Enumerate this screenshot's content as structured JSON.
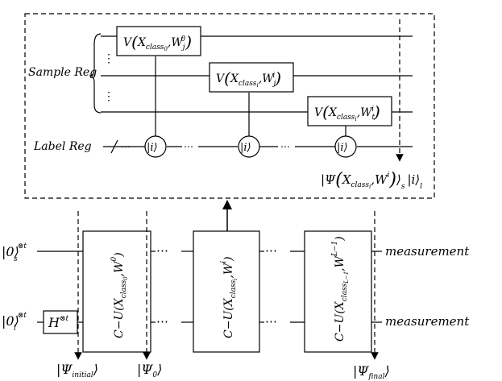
{
  "labels": {
    "sample_reg": "Sample Reg",
    "label_reg": "Label Reg",
    "measurement_1": "measurement",
    "measurement_2": "measurement",
    "dots": "⋮",
    "hdots": "⋯"
  },
  "upper_gates": [
    {
      "func": "V",
      "arg": "X",
      "arg_sub": "class",
      "arg_subsub": "0",
      "w": "W",
      "w_sub": "j",
      "w_sup": "0"
    },
    {
      "func": "V",
      "arg": "X",
      "arg_sub": "class",
      "arg_subsub": "i",
      "w": "W",
      "w_sub": "j",
      "w_sup": "i"
    },
    {
      "func": "V",
      "arg": "X",
      "arg_sub": "class",
      "arg_subsub": "i",
      "w": "W",
      "w_sub": "t",
      "w_sup": "i"
    }
  ],
  "controls": [
    "|i⟩",
    "|i⟩",
    "|i⟩"
  ],
  "upper_output": {
    "psi": "Ψ",
    "arg": "X",
    "arg_sub": "class",
    "arg_subsub": "i",
    "w": "W",
    "w_sup": "i",
    "sub_s": "s",
    "ket": "|i⟩",
    "sub_l": "l"
  },
  "lower_inputs": {
    "ket_s": "|0⟩",
    "sup_s": "⊗t",
    "sub_s": "s",
    "ket_l": "|0⟩",
    "sup_l": "⊗t",
    "sub_l": "l",
    "hadamard": "H",
    "hadamard_sup": "⊗t"
  },
  "lower_gates": [
    {
      "text": "C−U(X",
      "sub": "class",
      "subsub": "0",
      "w": "W",
      "w_sup": "0"
    },
    {
      "text": "C−U(X",
      "sub": "class",
      "subsub": "i",
      "w": "W",
      "w_sup": "i"
    },
    {
      "text": "C−U(X",
      "sub": "class",
      "subsub": "L−1",
      "w": "W",
      "w_sup": "L−1"
    }
  ],
  "states": {
    "initial": "Ψ",
    "initial_sub": "initial",
    "zero": "Ψ",
    "zero_sub": "0",
    "final": "Ψ",
    "final_sub": "final"
  }
}
